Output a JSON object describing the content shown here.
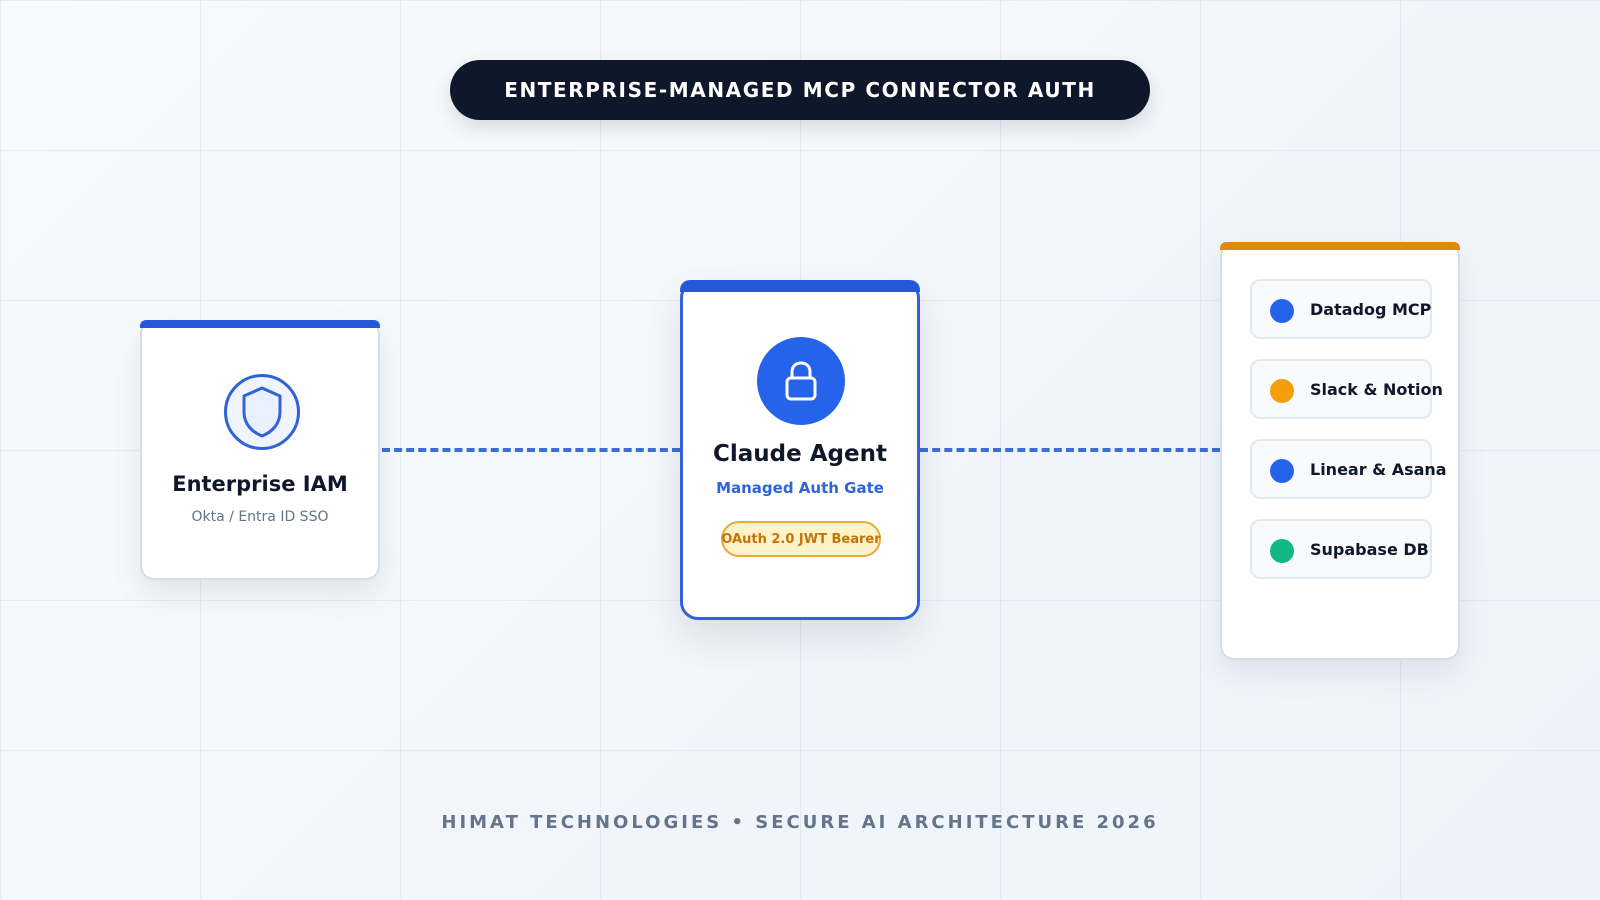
{
  "title": "ENTERPRISE-MANAGED MCP CONNECTOR AUTH",
  "iam": {
    "name": "Enterprise IAM",
    "subtitle": "Okta / Entra ID SSO",
    "icon": "shield-icon"
  },
  "agent": {
    "name": "Claude Agent",
    "subtitle": "Managed Auth Gate",
    "badge": "OAuth 2.0 JWT Bearer",
    "icon": "lock-icon"
  },
  "connectors": [
    {
      "label": "Datadog MCP",
      "color": "#2563eb"
    },
    {
      "label": "Slack & Notion",
      "color": "#f59e0b"
    },
    {
      "label": "Linear & Asana",
      "color": "#2563eb"
    },
    {
      "label": "Supabase DB",
      "color": "#10b981"
    }
  ],
  "footer": "HIMAT TECHNOLOGIES • SECURE AI ARCHITECTURE 2026",
  "colors": {
    "accent_blue": "#2458d8",
    "accent_orange": "#e08a12",
    "title_bg": "#0f172a"
  }
}
